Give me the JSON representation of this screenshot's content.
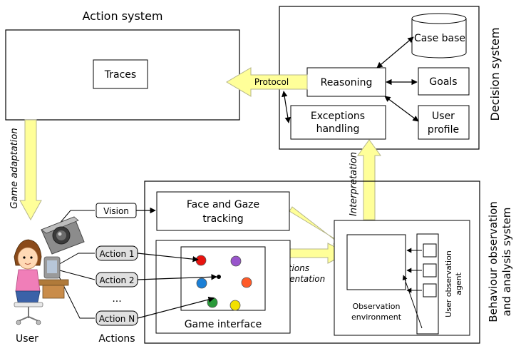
{
  "action_system": {
    "title": "Action system",
    "traces": "Traces"
  },
  "decision_system": {
    "title": "Decision system",
    "case_base": "Case base",
    "reasoning": "Reasoning",
    "goals": "Goals",
    "exceptions_line1": "Exceptions",
    "exceptions_line2": "handling",
    "user_profile_line1": "User",
    "user_profile_line2": "profile"
  },
  "arrows": {
    "protocol": "Protocol",
    "game_adaptation": "Game adaptation",
    "interpretation": "Interpretation",
    "actions_representation_line1": "Actions",
    "actions_representation_line2": "representation"
  },
  "observation_system": {
    "title_line1": "Behaviour observation",
    "title_line2": "and analysis system",
    "face_gaze_line1": "Face and Gaze",
    "face_gaze_line2": "tracking",
    "game_interface": "Game interface",
    "observation_env_line1": "Observation",
    "observation_env_line2": "environment",
    "agent_line1": "User observation",
    "agent_line2": "agent"
  },
  "inputs": {
    "vision": "Vision",
    "action1": "Action 1",
    "action2": "Action 2",
    "ellipsis": "...",
    "actionN": "Action N"
  },
  "labels": {
    "user": "User",
    "actions": "Actions"
  },
  "colors": {
    "arrow_fill": "#ffff99",
    "arrow_stroke": "#b5b58a",
    "action_box": "#e0e0e0",
    "dot_red": "#e8130f",
    "dot_purple": "#9955cc",
    "dot_blue": "#1a7fd6",
    "dot_orange": "#ff5a28",
    "dot_green": "#2a9a3a",
    "dot_yellow": "#f2e100"
  }
}
